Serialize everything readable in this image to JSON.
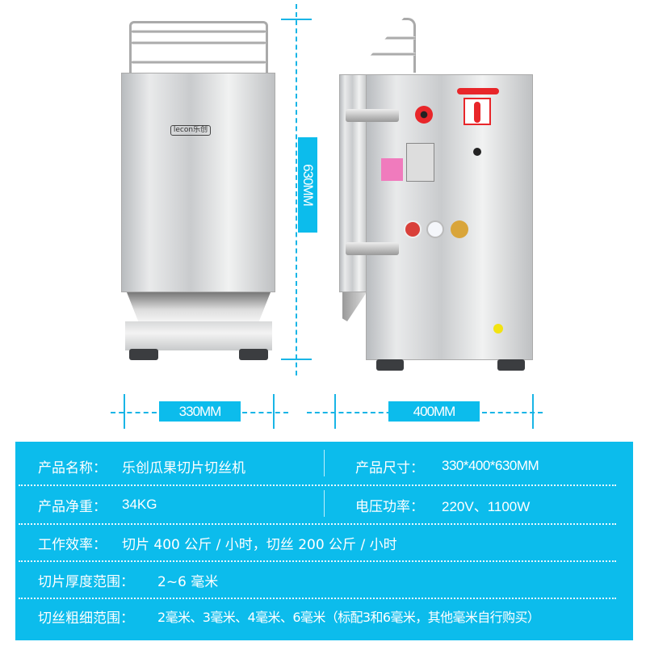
{
  "front_view": {
    "brand_logo": "lecon乐创"
  },
  "dimensions": {
    "height": "630MM",
    "width_front": "330MM",
    "depth_side": "400MM"
  },
  "specs": {
    "name": {
      "label": "产品名称：",
      "value": "乐创瓜果切片切丝机"
    },
    "size": {
      "label": "产品尺寸：",
      "value": "330*400*630MM"
    },
    "weight": {
      "label": "产品净重：",
      "value": "34KG"
    },
    "power": {
      "label": "电压功率：",
      "value": "220V、1100W"
    },
    "efficiency": {
      "label": "工作效率：",
      "value": "切片 400 公斤 / 小时，切丝 200 公斤 / 小时"
    },
    "slice_range": {
      "label": "切片厚度范围：",
      "value": "2~6 毫米"
    },
    "shred_range": {
      "label": "切丝粗细范围：",
      "value": "2毫米、3毫米、4毫米、6毫米（标配3和6毫米，其他毫米自行购买）"
    }
  },
  "colors": {
    "accent": "#0cbcec",
    "control_red": "#e8262a"
  }
}
